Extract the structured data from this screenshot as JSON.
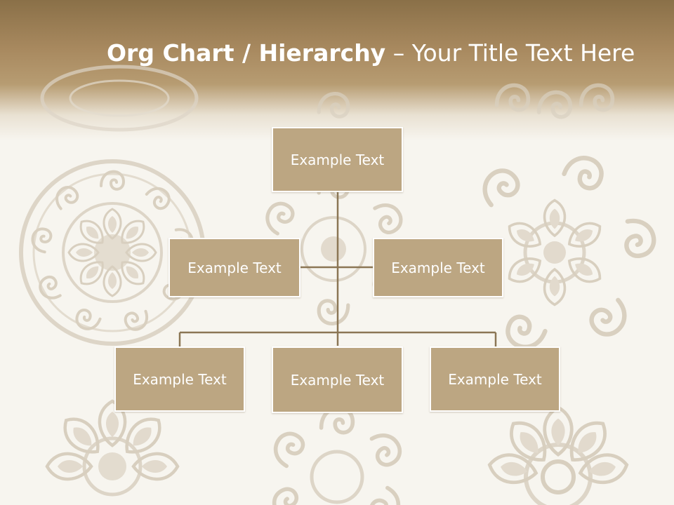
{
  "slide": {
    "title_bold": "Org Chart / Hierarchy",
    "title_separator": " – ",
    "title_rest": "Your Title Text Here"
  },
  "org_chart": {
    "root": {
      "label": "Example Text"
    },
    "assistants": [
      {
        "label": "Example Text"
      },
      {
        "label": "Example Text"
      }
    ],
    "children": [
      {
        "label": "Example Text"
      },
      {
        "label": "Example Text"
      },
      {
        "label": "Example Text"
      }
    ]
  },
  "colors": {
    "box_fill": "#bca682",
    "box_border": "#ffffff",
    "connector": "#8b7655",
    "title_text": "#ffffff",
    "header_dark": "#8a7048",
    "ornament": "#ddd5c7"
  }
}
